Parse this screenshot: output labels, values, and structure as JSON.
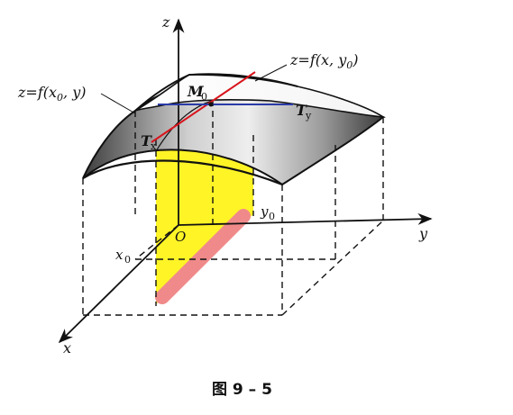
{
  "labels": {
    "z_axis": "z",
    "y_axis": "y",
    "x_axis": "x",
    "origin": "O",
    "x0": "x",
    "x0_sub": "0",
    "y0": "y",
    "y0_sub": "0",
    "point": "M",
    "point_sub": "0",
    "tx": "T",
    "tx_sub": "x",
    "ty": "T",
    "ty_sub": "y",
    "curve_x": {
      "prefix": "z=f(x",
      "sub": "0",
      "suffix": ", y)"
    },
    "curve_y": {
      "prefix": "z=f(x, y",
      "sub": "0",
      "suffix": ")"
    }
  },
  "caption": "图 9 – 5",
  "colors": {
    "plane_yellow": "#fff200",
    "line_pink": "#f08a8a",
    "tangent_red": "#d8141c",
    "tangent_blue": "#2a3aa8",
    "surface_dark": "#3a3a3a"
  }
}
